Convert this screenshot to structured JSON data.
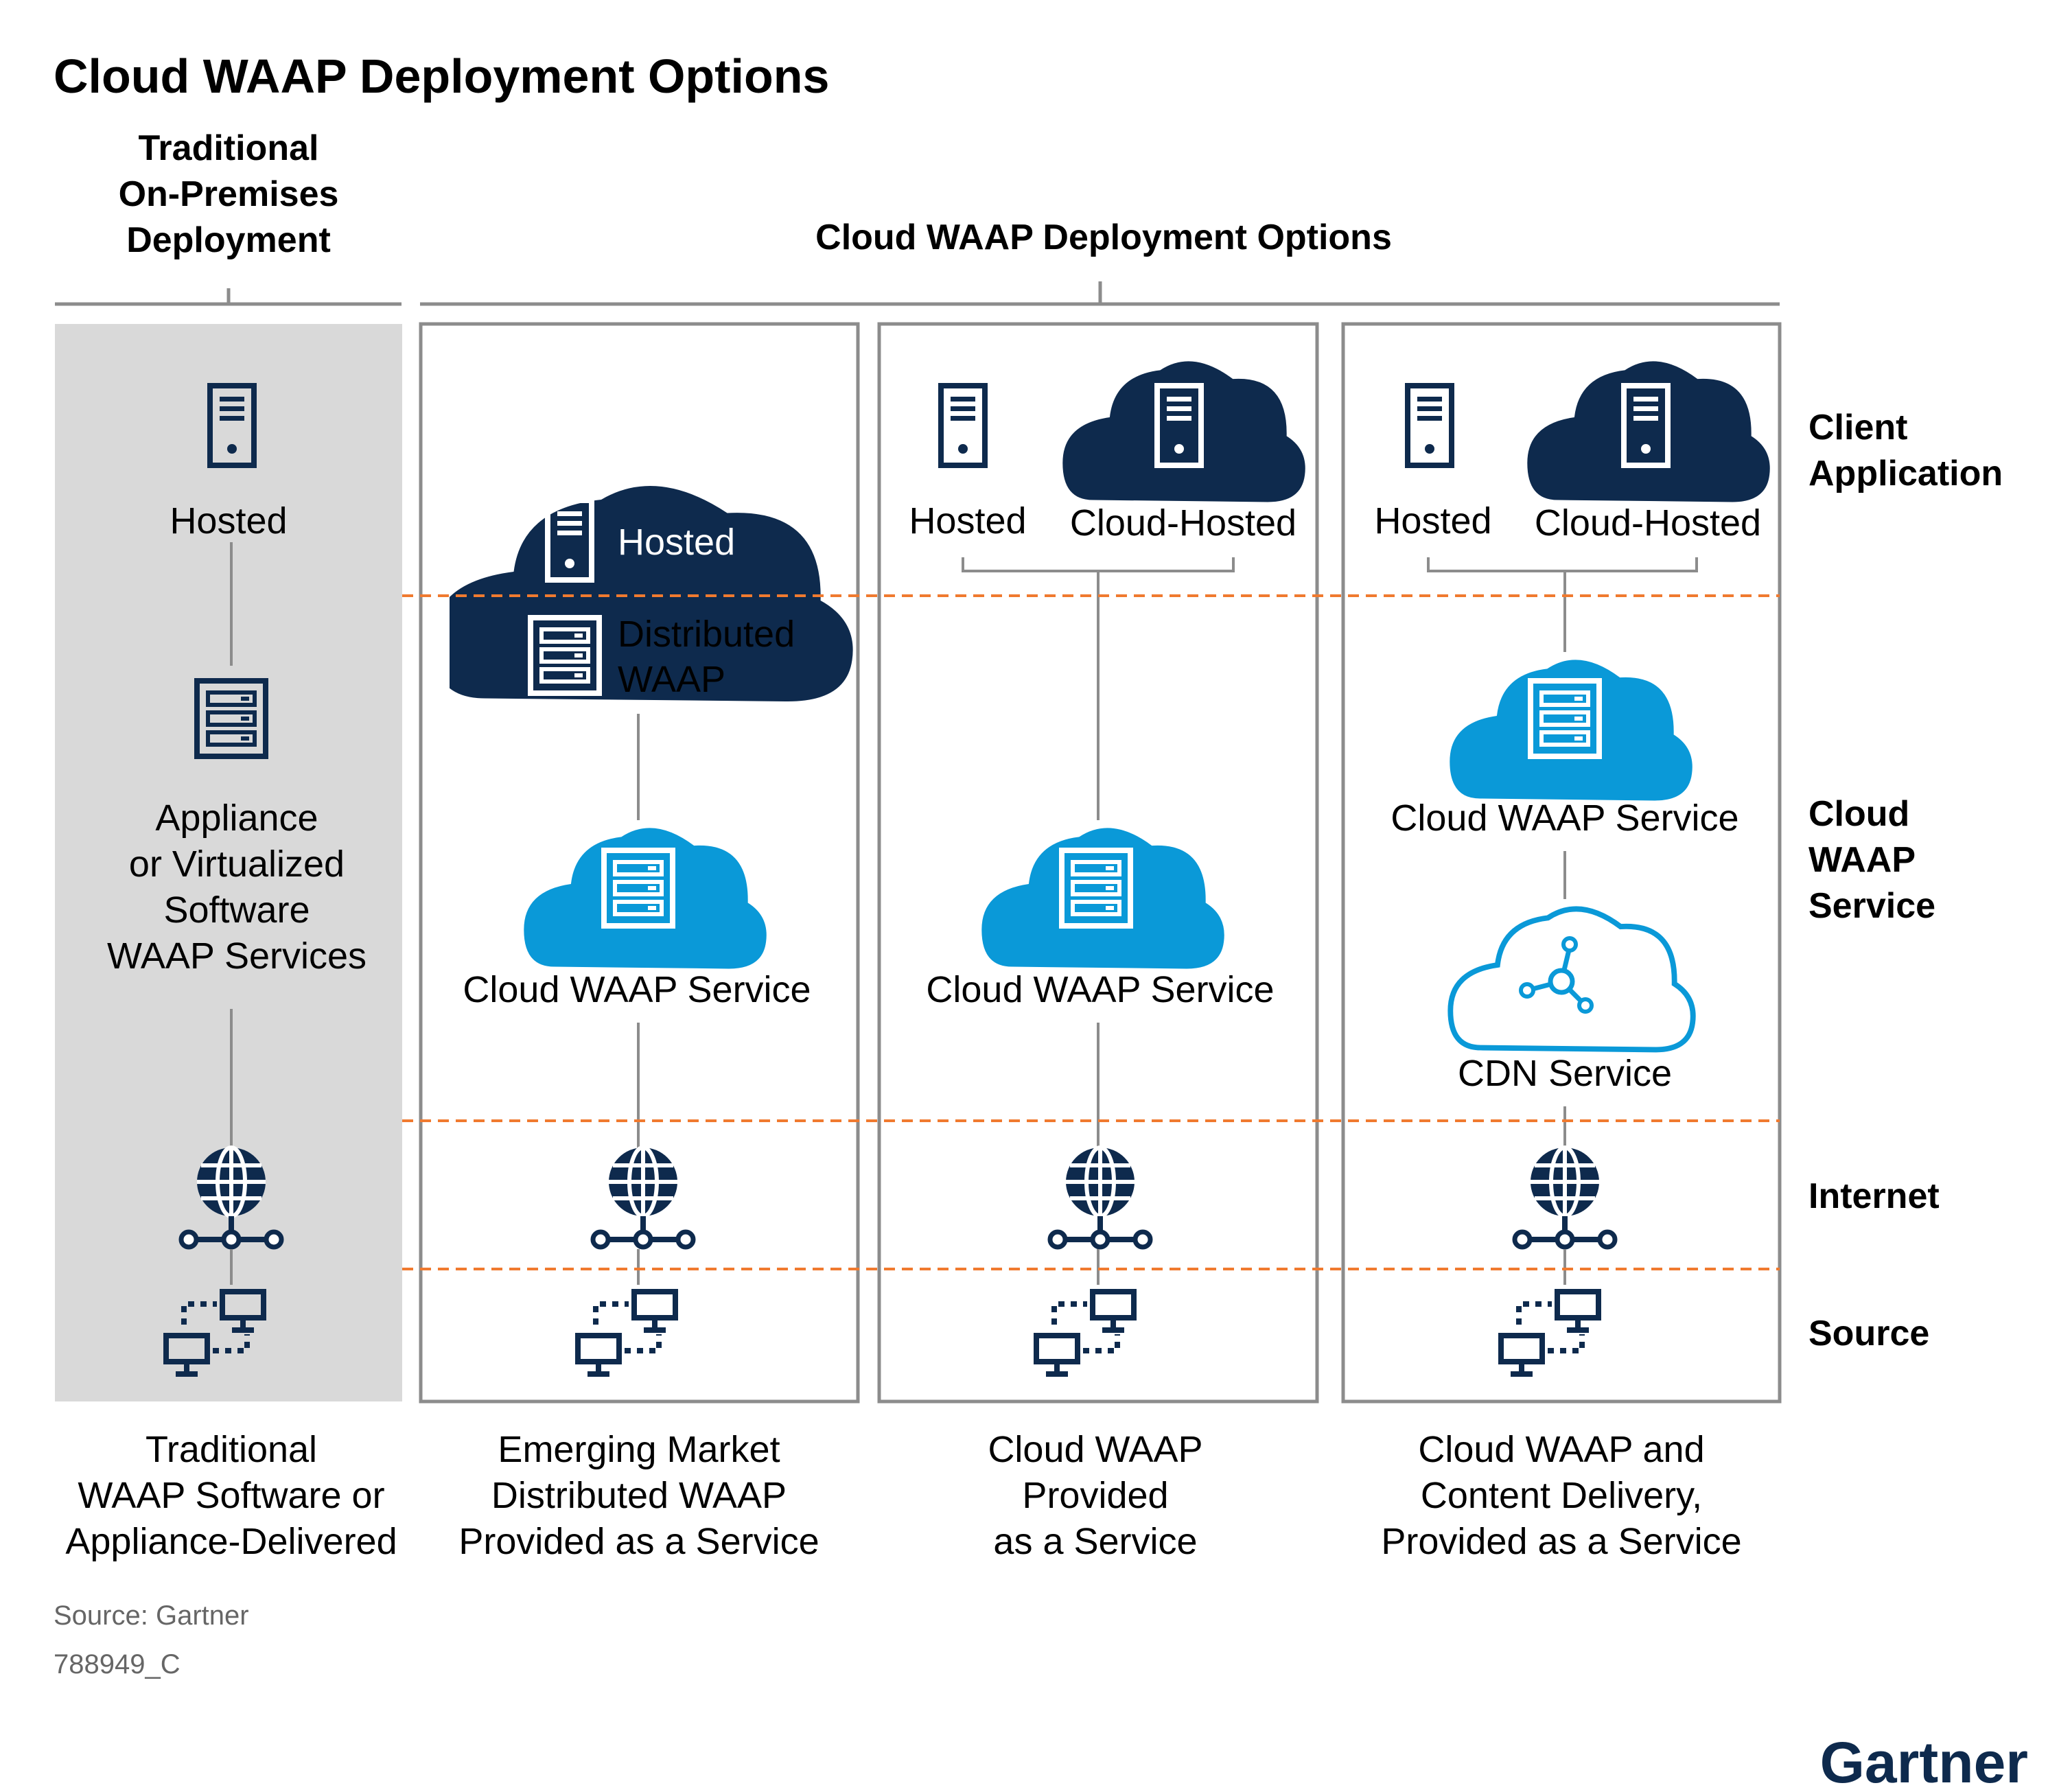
{
  "title": "Cloud WAAP Deployment Options",
  "headers": {
    "traditional": [
      "Traditional",
      "On-Premises",
      "Deployment"
    ],
    "cloud": "Cloud WAAP Deployment Options"
  },
  "row_labels": {
    "client_application": [
      "Client",
      "Application"
    ],
    "cloud_waap_service": [
      "Cloud",
      "WAAP",
      "Service"
    ],
    "internet": "Internet",
    "source": "Source"
  },
  "columns": [
    {
      "hosted": "Hosted",
      "appliance": [
        "Appliance",
        "or Virtualized",
        "Software",
        "WAAP Services"
      ],
      "caption": [
        "Traditional",
        "WAAP Software or",
        "Appliance-Delivered"
      ]
    },
    {
      "hosted": "Hosted",
      "distributed": [
        "Distributed",
        "WAAP"
      ],
      "service": "Cloud WAAP Service",
      "caption": [
        "Emerging Market",
        "Distributed WAAP",
        "Provided as a Service"
      ]
    },
    {
      "hosted": "Hosted",
      "cloud_hosted": "Cloud-Hosted",
      "service": "Cloud WAAP Service",
      "caption": [
        "Cloud WAAP",
        "Provided",
        "as a Service"
      ]
    },
    {
      "hosted": "Hosted",
      "cloud_hosted": "Cloud-Hosted",
      "service": "Cloud WAAP Service",
      "cdn": "CDN Service",
      "caption": [
        "Cloud WAAP and",
        "Content Delivery,",
        "Provided as a Service"
      ]
    }
  ],
  "footer": {
    "source": "Source: Gartner",
    "id": "788949_C"
  },
  "logo": "Gartner",
  "colors": {
    "navy": "#0e2a4d",
    "blue": "#0a99d8",
    "gray_panel": "#d9d9d9",
    "border": "#8c8c8c",
    "dashed": "#f07a2f"
  }
}
